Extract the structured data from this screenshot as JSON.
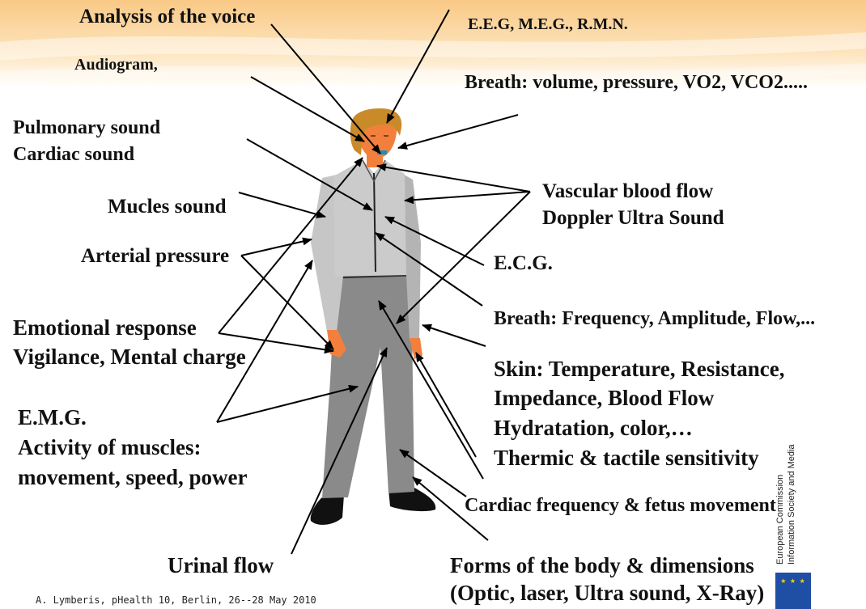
{
  "labels": {
    "analysis_voice": "Analysis of the voice",
    "eeg": "E.E.G, M.E.G., R.M.N.",
    "audiogram": "Audiogram,",
    "breath_volume": "Breath: volume, pressure, VO2, VCO2.....",
    "pulmonary_sound": "Pulmonary sound",
    "cardiac_sound": "Cardiac sound",
    "vascular_blood_flow": "Vascular blood flow",
    "doppler": "Doppler Ultra Sound",
    "mucles_sound": "Mucles sound",
    "arterial_pressure": "Arterial pressure",
    "ecg": "E.C.G.",
    "emotional_response": "Emotional response",
    "vigilance": "Vigilance, Mental charge",
    "breath_frequency": "Breath: Frequency, Amplitude, Flow,...",
    "skin_1": "Skin: Temperature, Resistance,",
    "skin_2": "Impedance, Blood Flow",
    "skin_3": "Hydratation, color,…",
    "skin_4": "Thermic & tactile sensitivity",
    "emg": "E.M.G.",
    "activity_muscles": "Activity of muscles:",
    "movement_speed": "movement, speed, power",
    "cardiac_frequency": "Cardiac frequency & fetus movement",
    "urinal_flow": "Urinal flow",
    "forms_body": "Forms of the body & dimensions",
    "optic_laser": "(Optic, laser, Ultra sound, X-Ray)"
  },
  "footer": "A. Lymberis, pHealth 10, Berlin, 26--28 May 2010",
  "logo": {
    "line1": "European Commission",
    "line2": "Information Society and Media"
  },
  "colors": {
    "banner": "#fbd9a6",
    "hair": "#c98a2a",
    "skin": "#f2803c",
    "shirt": "#c8c8c8",
    "trousers": "#8a8a8a",
    "shoes": "#111111",
    "flag": "#1f4fa5"
  }
}
